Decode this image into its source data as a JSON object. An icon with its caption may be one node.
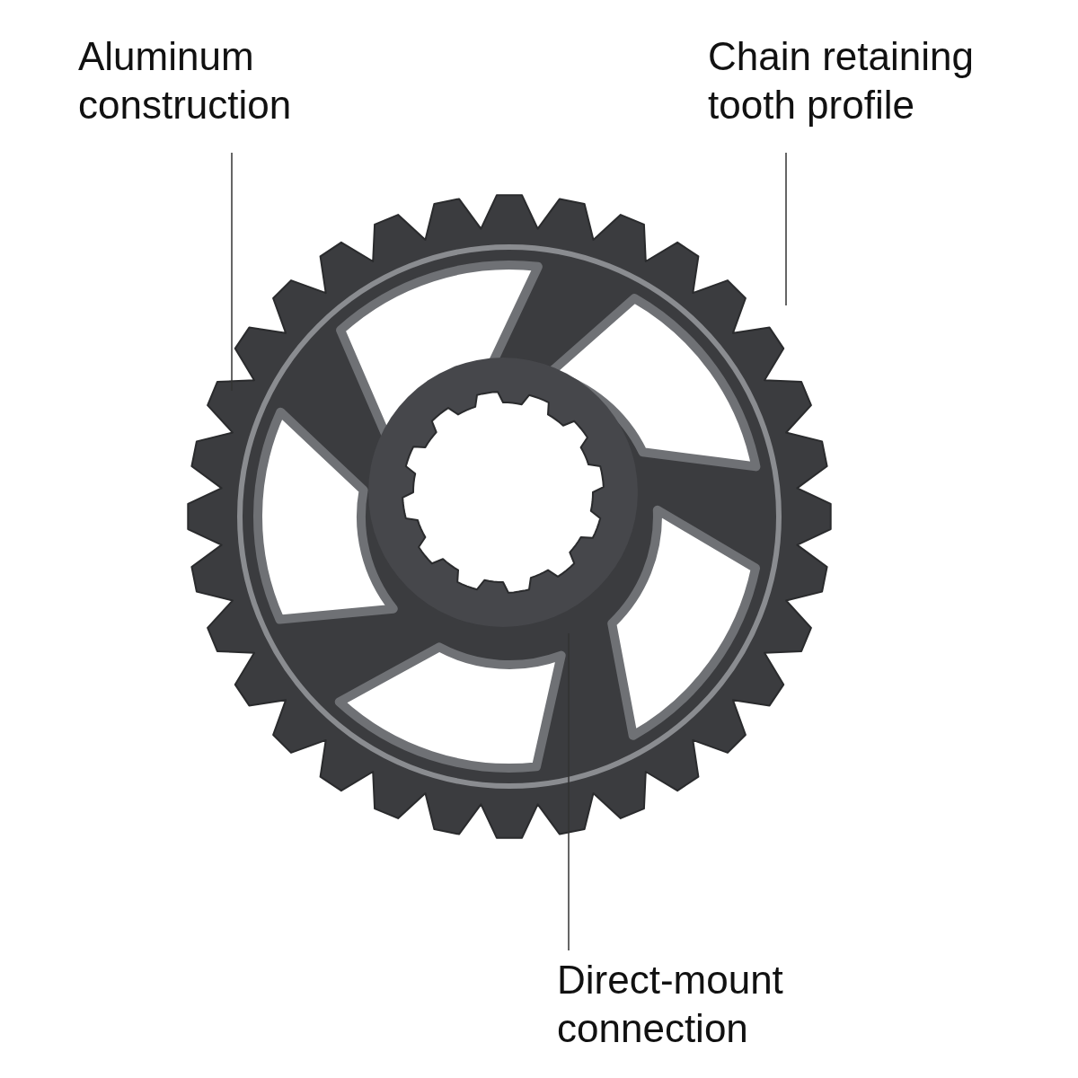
{
  "diagram": {
    "nodes": [
      {
        "text": [
          "Aluminum construction"
        ]
      },
      {
        "text": [
          "Chain retaining tooth profile"
        ]
      },
      {
        "text": [
          "Direct-mount connection"
        ]
      }
    ],
    "edges": [
      {
        "from": 0,
        "to": null,
        "arrow": "none"
      },
      {
        "from": 1,
        "to": null,
        "arrow": "none"
      },
      {
        "from": 2,
        "to": null,
        "arrow": "none"
      }
    ]
  }
}
